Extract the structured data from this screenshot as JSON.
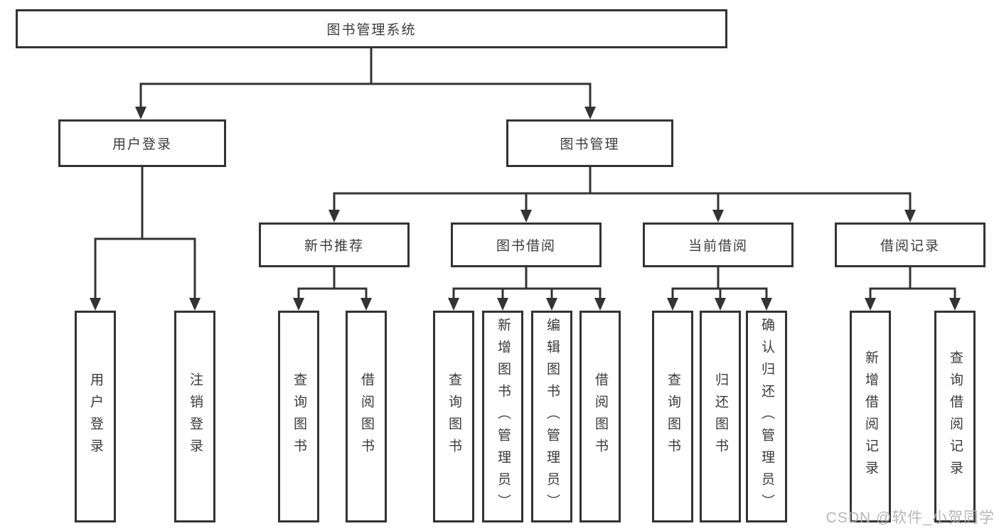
{
  "diagram": {
    "title": "图书管理系统",
    "tree": {
      "root": {
        "label": "图书管理系统",
        "children": [
          {
            "label": "用户登录",
            "children": [
              {
                "label": "用户登录"
              },
              {
                "label": "注销登录"
              }
            ]
          },
          {
            "label": "图书管理",
            "children": [
              {
                "label": "新书推荐",
                "children": [
                  {
                    "label": "查询图书"
                  },
                  {
                    "label": "借阅图书"
                  }
                ]
              },
              {
                "label": "图书借阅",
                "children": [
                  {
                    "label": "查询图书"
                  },
                  {
                    "label": "新增图书（管理员）"
                  },
                  {
                    "label": "编辑图书（管理员）"
                  },
                  {
                    "label": "借阅图书"
                  }
                ]
              },
              {
                "label": "当前借阅",
                "children": [
                  {
                    "label": "查询图书"
                  },
                  {
                    "label": "归还图书"
                  },
                  {
                    "label": "确认归还（管理员）"
                  }
                ]
              },
              {
                "label": "借阅记录",
                "children": [
                  {
                    "label": "新增借阅记录"
                  },
                  {
                    "label": "查询借阅记录"
                  }
                ]
              }
            ]
          }
        ]
      }
    },
    "colors": {
      "line": "#333333",
      "box_border": "#333333",
      "text": "#3a3a3a",
      "background": "#ffffff",
      "watermark": "#b0b0b0"
    }
  },
  "watermark": {
    "text": "CSDN @软件_小贺同学"
  }
}
